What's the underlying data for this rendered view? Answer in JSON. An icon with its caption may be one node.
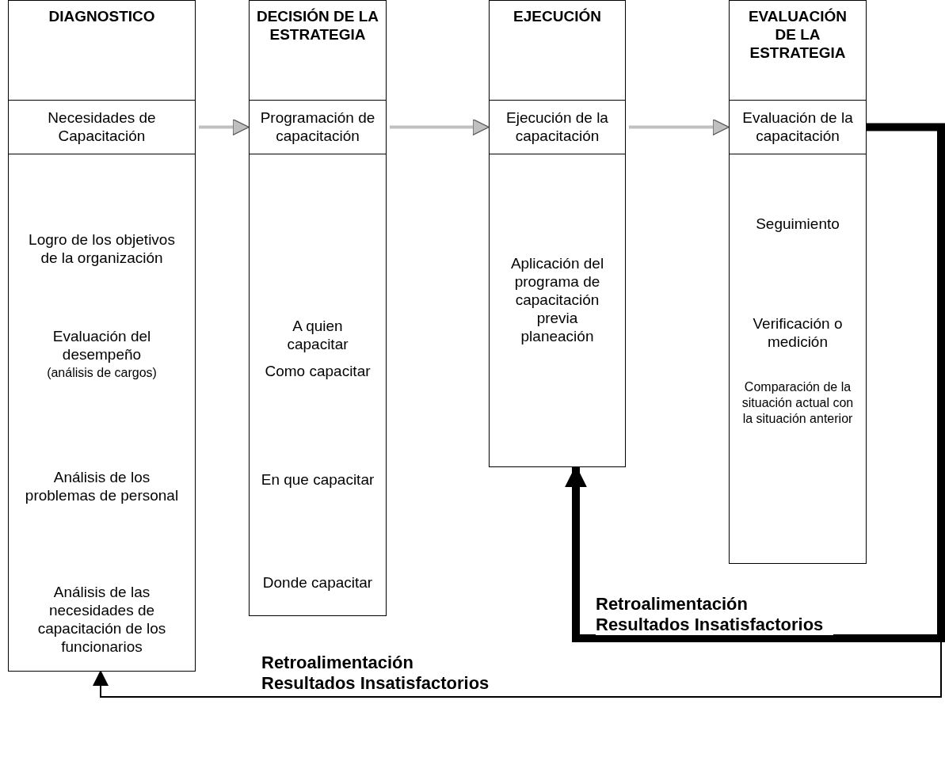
{
  "diagram": {
    "nodes": [
      {
        "text": [
          "DIAGNOSTICO"
        ]
      },
      {
        "text": [
          "Necesidades de Capacitación"
        ]
      },
      {
        "text": [
          "Logro de los objetivos de la organización",
          "Evaluación del desempeño",
          "(análisis de cargos)",
          "Análisis de los problemas de personal",
          "Análisis de las necesidades de capacitación de los funcionarios"
        ]
      },
      {
        "text": [
          "DECISIÓN DE LA ESTRATEGIA"
        ]
      },
      {
        "text": [
          "Programación de capacitación"
        ]
      },
      {
        "text": [
          "A quien capacitar",
          "Como capacitar",
          "En que capacitar",
          "Donde capacitar"
        ]
      },
      {
        "text": [
          "EJECUCIÓN"
        ]
      },
      {
        "text": [
          "Ejecución de la capacitación"
        ]
      },
      {
        "text": [
          "Aplicación del programa de capacitación previa planeación"
        ]
      },
      {
        "text": [
          "EVALUACIÓN DE LA ESTRATEGIA"
        ]
      },
      {
        "text": [
          "Evaluación de la capacitación"
        ]
      },
      {
        "text": [
          "Seguimiento",
          "Verificación o medición",
          "Comparación de la situación actual con la situación anterior"
        ]
      }
    ],
    "edges": [
      {
        "from": 1,
        "to": 4,
        "arrow": "to"
      },
      {
        "from": 4,
        "to": 7,
        "arrow": "to"
      },
      {
        "from": 7,
        "to": 10,
        "arrow": "to"
      },
      {
        "from": 10,
        "to": 8,
        "arrow": "to",
        "style": "thick",
        "color": "#000000",
        "label": "Retroalimentación Resultados Insatisfactorios"
      },
      {
        "from": 10,
        "to": 2,
        "arrow": "to",
        "color": "#000000",
        "label": "Retroalimentación Resultados Insatisfactorios"
      }
    ]
  }
}
